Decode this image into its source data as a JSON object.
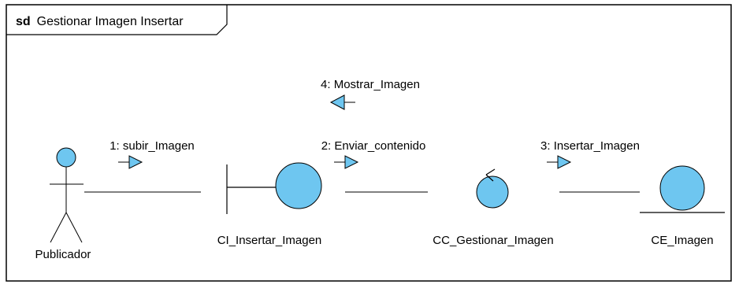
{
  "frame": {
    "keyword": "sd",
    "title": "Gestionar Imagen Insertar"
  },
  "colors": {
    "object_fill": "#6ec6f0",
    "stroke": "#000000",
    "background": "#ffffff"
  },
  "lifelines": {
    "actor": "Publicador",
    "boundary": "CI_Insertar_Imagen",
    "control": "CC_Gestionar_Imagen",
    "entity": "CE_Imagen"
  },
  "messages": {
    "m1": "1: subir_Imagen",
    "m2": "2: Enviar_contenido",
    "m3": "3: Insertar_Imagen",
    "m4": "4: Mostrar_Imagen"
  }
}
